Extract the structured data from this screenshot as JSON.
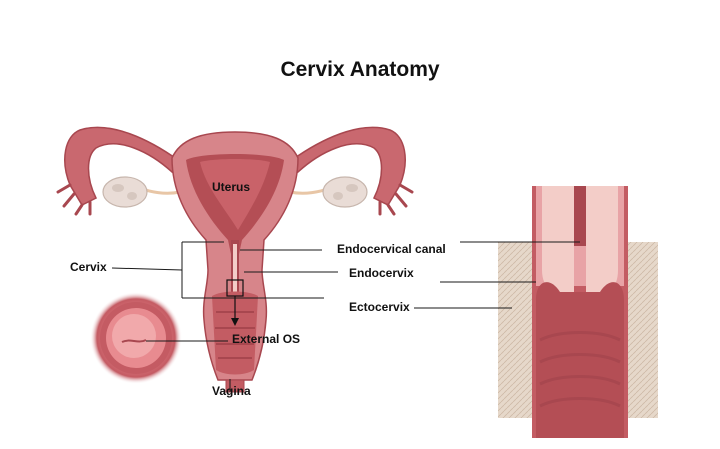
{
  "title": "Cervix Anatomy",
  "labels": {
    "uterus": "Uterus",
    "cervix": "Cervix",
    "endocervical_canal": "Endocervical canal",
    "endocervix": "Endocervix",
    "ectocervix": "Ectocervix",
    "external_os": "External OS",
    "vagina": "Vagina"
  },
  "colors": {
    "tissue_dark": "#b44e55",
    "tissue_mid": "#d7858a",
    "tissue_light": "#f3cdc8",
    "ovary": "#e9dcd6",
    "stroma": "#e2d2c3",
    "leader_line": "#1a1a1a"
  }
}
